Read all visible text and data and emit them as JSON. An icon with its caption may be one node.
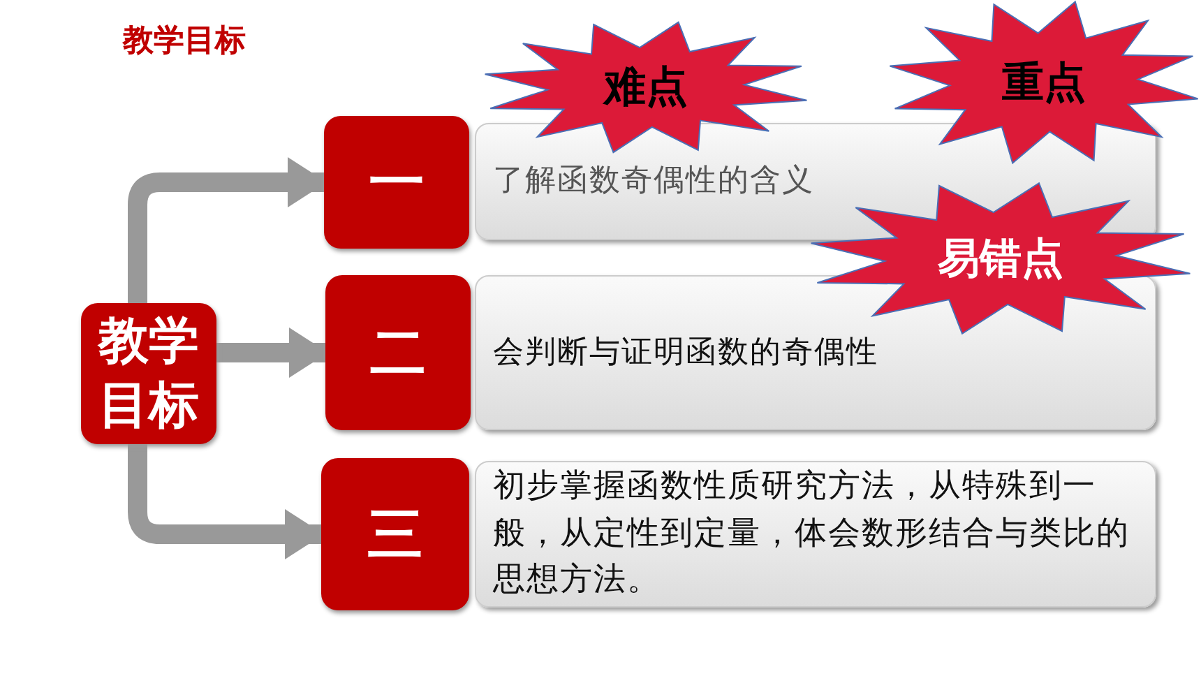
{
  "diagram": {
    "title": "教学目标",
    "nodes": [
      {
        "text": [
          "教学目标"
        ]
      },
      {
        "text": [
          "一"
        ]
      },
      {
        "text": [
          "了解函数奇偶性的含义"
        ]
      },
      {
        "text": [
          "二"
        ]
      },
      {
        "text": [
          "会判断与证明函数的奇偶性"
        ]
      },
      {
        "text": [
          "三"
        ]
      },
      {
        "text": [
          "初步掌握函数性质研究方法，从特殊到一般，从定性到定量，体会数形结合与类比的思想方法。"
        ]
      },
      {
        "text": [
          "难点"
        ]
      },
      {
        "text": [
          "重点"
        ]
      },
      {
        "text": [
          "易错点"
        ]
      }
    ],
    "edges": [
      {
        "from": 0,
        "to": 1,
        "arrow": "to"
      },
      {
        "from": 0,
        "to": 3,
        "arrow": "to"
      },
      {
        "from": 0,
        "to": 5,
        "arrow": "to"
      }
    ]
  }
}
